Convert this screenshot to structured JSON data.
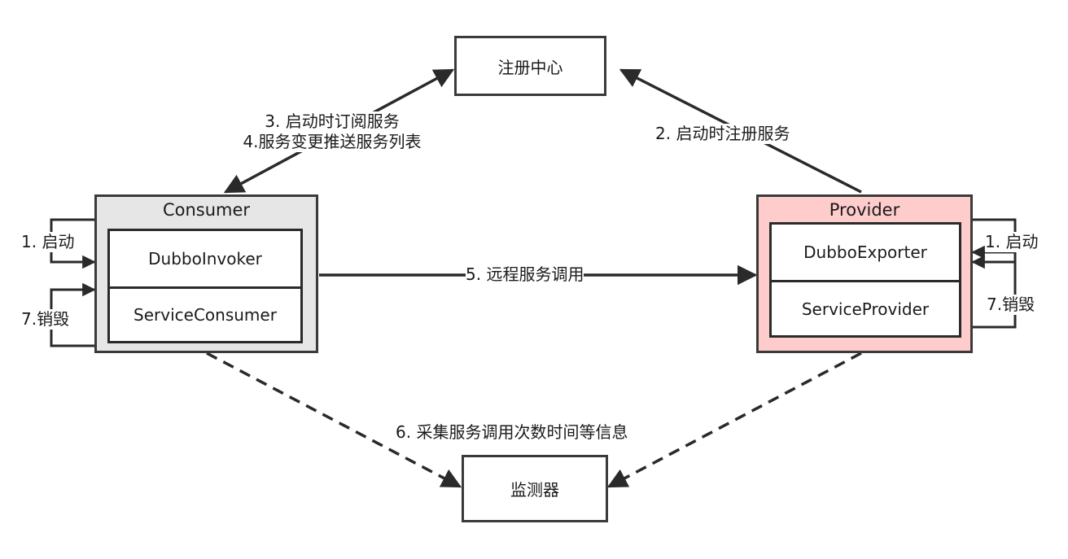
{
  "nodes": {
    "registry": {
      "label": "注册中心"
    },
    "monitor": {
      "label": "监测器"
    },
    "consumer": {
      "title": "Consumer",
      "rows": [
        "DubboInvoker",
        "ServiceConsumer"
      ],
      "fill": "#e6e6e6"
    },
    "provider": {
      "title": "Provider",
      "rows": [
        "DubboExporter",
        "ServiceProvider"
      ],
      "fill": "#ffcccc"
    }
  },
  "edges": {
    "subscribe": {
      "line1": "3. 启动时订阅服务",
      "line2": "4.服务变更推送服务列表"
    },
    "register": {
      "label": "2. 启动时注册服务"
    },
    "invoke": {
      "label": "5. 远程服务调用"
    },
    "collect": {
      "label": "6. 采集服务调用次数时间等信息"
    },
    "consumer_start": {
      "label": "1. 启动"
    },
    "consumer_destroy": {
      "label": "7.销毁"
    },
    "provider_start": {
      "label": "1. 启动"
    },
    "provider_destroy": {
      "label": "7.销毁"
    }
  },
  "colors": {
    "stroke": "#2a2a2a",
    "consumer_fill": "#e6e6e6",
    "provider_fill": "#ffcccc"
  }
}
